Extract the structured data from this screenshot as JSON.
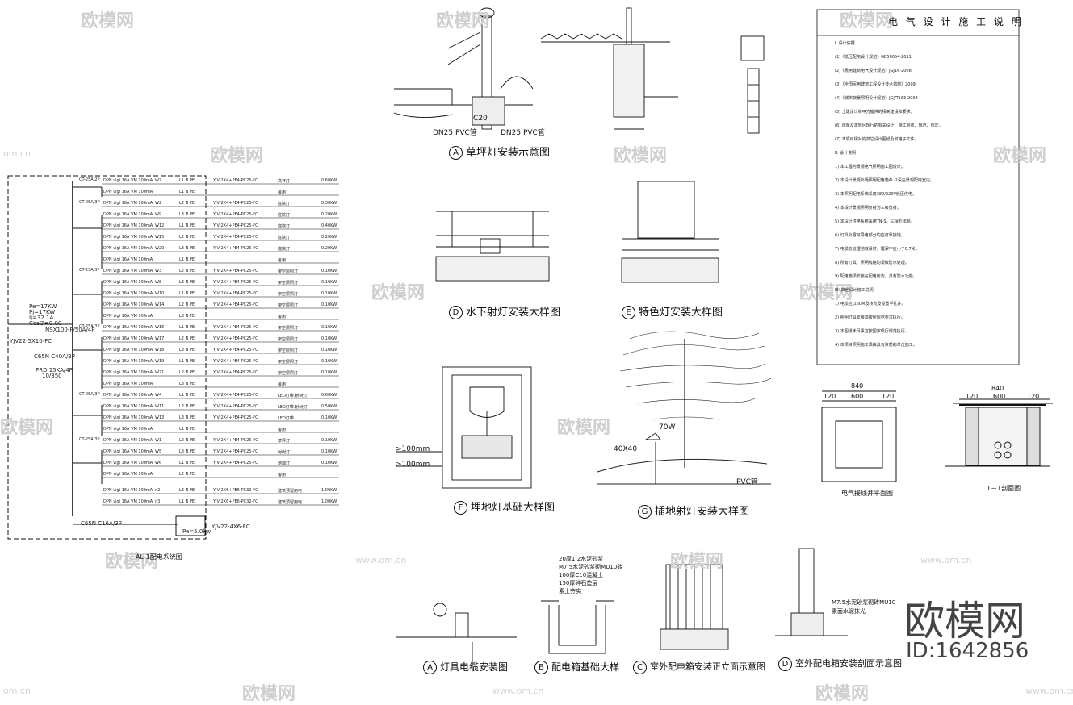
{
  "watermarks": {
    "brand": "欧模网",
    "url": "www.om.cn",
    "url_short": "om.cn"
  },
  "brand": {
    "name": "欧模网",
    "id": "ID:1642856"
  },
  "captions": {
    "a1": "草坪灯安装示意图",
    "d1": "水下射灯安装大样图",
    "e1": "特色灯安装大样图",
    "f1": "埋地灯基础大样图",
    "g1": "插地射灯安装大样图",
    "a2": "灯具电缆安装图",
    "b2": "配电箱基础大样",
    "c2": "室外配电箱安装正立面示意图",
    "d2": "室外配电箱安装剖面示意图",
    "well_plan": "电气接线井平面图",
    "section_11": "1－1剖面图",
    "panel": "AL-1配电系统图"
  },
  "markers": {
    "a": "A",
    "b": "B",
    "c": "C",
    "d": "D",
    "e": "E",
    "f": "F",
    "g": "G"
  },
  "labels": {
    "c20": "C20",
    "dn25a": "DN25 PVC管",
    "dn25b": "DN25 PVC管",
    "w70": "70W",
    "size4040": "40X40",
    "pvc": "PVC管",
    "gt100a": ">100mm",
    "gt100b": ">100mm",
    "d840": "840",
    "d120a": "120",
    "d600": "600",
    "d120b": "120",
    "d840b": "840",
    "d120c": "120",
    "d600b": "600",
    "d120d": "120",
    "layers1": "20厚1:2水泥砂浆",
    "layers2": "M7.5水泥砂浆砌MU10砖",
    "layers3": "100厚C10混凝土",
    "layers4": "150厚碎石垫层",
    "layers5": "素土夯实",
    "mortar": "M7.5水泥砂浆砌砖MU10",
    "cement": "素面水泥抹光",
    "pe": "Pe=17KW",
    "pj": "Pj=17KW",
    "ij": "Ij=32.1A",
    "cos": "Cos∅=0.80",
    "main_breaker": "NSX100-F/50A/4P",
    "main_cable": "YJV22-5X10-FC",
    "c65n": "C65N C40A/3P",
    "prd": "PRD 15KA/4P",
    "prd2": "10/350",
    "pe0": "Pe=5.0kw",
    "c65n2": "C65N C16A/3P",
    "yjv22": "YJV22-4X6-FC"
  },
  "notes": {
    "title": "电 气 设 计 施 工 说 明",
    "lines": [
      "I. 设计依据",
      "(1)《低压配电设计规范》GB50054-2011",
      "(2)《民用建筑电气设计规范》JGJ16-2008",
      "(3)《全国民用建筑工程设计技术措施》2009",
      "(4)《城市夜景照明设计规范》JGJ/T163-2008",
      "(5) 土建设计和甲方提供的相关建设和要求；",
      "(6) 国家及本地区现行的有关设计、施工验收、规范、规定。",
      "(7) 本项目相对的其它设计图纸及其电子文件。",
      "II. 设计说明",
      "1) 本工程为景观电气照明施工图设计。",
      "2) 本设计景观外场照明配电箱AL-1设在景观配电室内。",
      "3) 本照明配电系统采用380/220V低压供电。",
      "4) 本设计景观照明负荷为三级负荷。",
      "5) 本设计供电系统采用TN-S，三相五线制。",
      "6) 灯具外露可导电部分均应可靠接地。",
      "7) 电缆管道埋地敷设时，埋深不应小于0.7米。",
      "8) 所有灯具、照明线路均须做防水处理。",
      "9) 配电箱须安装在配电房内，具有防水功能。",
      "III. 其他设计施工说明",
      "1) 电缆应以60M及转弯及设置手孔井。",
      "2) 照明灯具安装须按照规范要求执行。",
      "3) 本图纸未尽事宜按国家现行规范执行。",
      "4) 本项目照明施工须由具有资质的单位施工。"
    ]
  },
  "circuits": [
    {
      "g": "CT-25A/2P",
      "r": "DPN vigi 16A VM 100mA",
      "w": "W7",
      "ph": "L1 N PE",
      "c": "YJV-2X4+PE4-PC25-FC",
      "use": "高杆灯",
      "kw": "0.60KW"
    },
    {
      "g": "",
      "r": "DPN vigi 16A VM 100mA",
      "w": "",
      "ph": "L1 N PE",
      "c": "",
      "use": "备用",
      "kw": ""
    },
    {
      "g": "CT-25A/3P",
      "r": "DPN vigi 16A VM 100mA",
      "w": "W2",
      "ph": "L2 N PE",
      "c": "YJV-2X4+PE4-PC25-FC",
      "use": "庭院灯",
      "kw": "0.30KW"
    },
    {
      "g": "",
      "r": "DPN vigi 16A VM 100mA",
      "w": "W9",
      "ph": "L3 N PE",
      "c": "YJV-2X4+PE4-PC25-FC",
      "use": "庭院灯",
      "kw": "0.20KW"
    },
    {
      "g": "",
      "r": "DPN vigi 16A VM 100mA",
      "w": "W12",
      "ph": "L1 N PE",
      "c": "YJV-2X4+PE4-PC25-FC",
      "use": "庭院灯",
      "kw": "0.40KW"
    },
    {
      "g": "",
      "r": "DPN vigi 16A VM 100mA",
      "w": "W15",
      "ph": "L2 N PE",
      "c": "YJV-2X4+PE4-PC25-FC",
      "use": "庭院灯",
      "kw": "0.20KW"
    },
    {
      "g": "",
      "r": "DPN vigi 16A VM 100mA",
      "w": "W20",
      "ph": "L3 N PE",
      "c": "YJV-2X4+PE4-PC25-FC",
      "use": "庭院灯",
      "kw": "0.20KW"
    },
    {
      "g": "",
      "r": "DPN vigi 16A VM 100mA",
      "w": "",
      "ph": "L1 N PE",
      "c": "",
      "use": "备用",
      "kw": ""
    },
    {
      "g": "CT-25A/3P",
      "r": "DPN vigi 16A VM 100mA",
      "w": "W3",
      "ph": "L2 N PE",
      "c": "YJV-2X4+PE4-PC25-FC",
      "use": "架空层照灯",
      "kw": "0.10KW"
    },
    {
      "g": "",
      "r": "DPN vigi 16A VM 100mA",
      "w": "W8",
      "ph": "L3 N PE",
      "c": "YJV-2X4+PE4-PC25-FC",
      "use": "架空层照灯",
      "kw": "0.10KW"
    },
    {
      "g": "",
      "r": "DPN vigi 16A VM 100mA",
      "w": "W10",
      "ph": "L1 N PE",
      "c": "YJV-2X4+PE4-PC25-FC",
      "use": "架空层照灯",
      "kw": "0.10KW"
    },
    {
      "g": "",
      "r": "DPN vigi 16A VM 100mA",
      "w": "W14",
      "ph": "L2 N PE",
      "c": "YJV-2X4+PE4-PC25-FC",
      "use": "架空层照灯",
      "kw": "0.10KW"
    },
    {
      "g": "",
      "r": "DPN vigi 16A VM 100mA",
      "w": "",
      "ph": "L3 N PE",
      "c": "",
      "use": "备用",
      "kw": ""
    },
    {
      "g": "CT-25A/3P",
      "r": "DPN vigi 16A VM 100mA",
      "w": "W16",
      "ph": "L1 N PE",
      "c": "YJV-2X4+PE4-PC25-FC",
      "use": "架空层照灯",
      "kw": "0.10KW"
    },
    {
      "g": "",
      "r": "DPN vigi 16A VM 100mA",
      "w": "W17",
      "ph": "L2 N PE",
      "c": "YJV-2X4+PE4-PC25-FC",
      "use": "架空层照灯",
      "kw": "0.10KW"
    },
    {
      "g": "",
      "r": "DPN vigi 16A VM 100mA",
      "w": "W18",
      "ph": "L3 N PE",
      "c": "YJV-2X4+PE4-PC25-FC",
      "use": "架空层照灯",
      "kw": "0.10KW"
    },
    {
      "g": "",
      "r": "DPN vigi 16A VM 100mA",
      "w": "W19",
      "ph": "L1 N PE",
      "c": "YJV-2X4+PE4-PC25-FC",
      "use": "架空层照灯",
      "kw": "0.10KW"
    },
    {
      "g": "",
      "r": "DPN vigi 16A VM 100mA",
      "w": "W21",
      "ph": "L2 N PE",
      "c": "YJV-2X4+PE4-PC25-FC",
      "use": "架空层照灯",
      "kw": "0.10KW"
    },
    {
      "g": "",
      "r": "DPN vigi 16A VM 100mA",
      "w": "",
      "ph": "L3 N PE",
      "c": "",
      "use": "备用",
      "kw": ""
    },
    {
      "g": "CT-25A/3P",
      "r": "DPN vigi 16A VM 100mA",
      "w": "W4",
      "ph": "L1 N PE",
      "c": "YJV-2X4+PE4-PC25-FC",
      "use": "LED灯带,射树灯",
      "kw": "0.60KW"
    },
    {
      "g": "",
      "r": "DPN vigi 16A VM 100mA",
      "w": "W11",
      "ph": "L2 N PE",
      "c": "YJV-2X4+PE4-PC25-FC",
      "use": "LED灯带,射树灯",
      "kw": "0.50KW"
    },
    {
      "g": "",
      "r": "DPN vigi 16A VM 100mA",
      "w": "W13",
      "ph": "L3 N PE",
      "c": "YJV-2X4+PE4-PC25-FC",
      "use": "LED灯带",
      "kw": "0.10KW"
    },
    {
      "g": "",
      "r": "DPN vigi 16A VM 100mA",
      "w": "",
      "ph": "L1 N PE",
      "c": "",
      "use": "备用",
      "kw": ""
    },
    {
      "g": "CT-25A/3P",
      "r": "DPN vigi 16A VM 100mA",
      "w": "W1",
      "ph": "L2 N PE",
      "c": "YJV-2X4+PE4-PC25-FC",
      "use": "草坪灯",
      "kw": "0.10KW"
    },
    {
      "g": "",
      "r": "DPN vigi 16A VM 100mA",
      "w": "W5",
      "ph": "L3 N PE",
      "c": "YJV-2X4+PE4-PC25-FC",
      "use": "射树灯",
      "kw": "0.10KW"
    },
    {
      "g": "",
      "r": "DPN vigi 16A VM 100mA",
      "w": "W6",
      "ph": "L1 N PE",
      "c": "YJV-2X4+PE4-PC25-FC",
      "use": "地埋灯",
      "kw": "0.10KW"
    },
    {
      "g": "",
      "r": "DPN vigi 16A VM 100mA",
      "w": "",
      "ph": "L2 N PE",
      "c": "",
      "use": "备用",
      "kw": ""
    },
    {
      "g": "",
      "r": "DPN vigi 16A VM 100mA",
      "w": "n2",
      "ph": "L3 N PE",
      "c": "YJV-2X6+PE6-PC32-FC",
      "use": "建筑预留用电",
      "kw": "1.00KW"
    },
    {
      "g": "",
      "r": "DPN vigi 16A VM 100mA",
      "w": "n3",
      "ph": "L1 N PE",
      "c": "YJV-2X6+PE6-PC32-FC",
      "use": "建筑预留用电",
      "kw": "1.00KW"
    }
  ]
}
